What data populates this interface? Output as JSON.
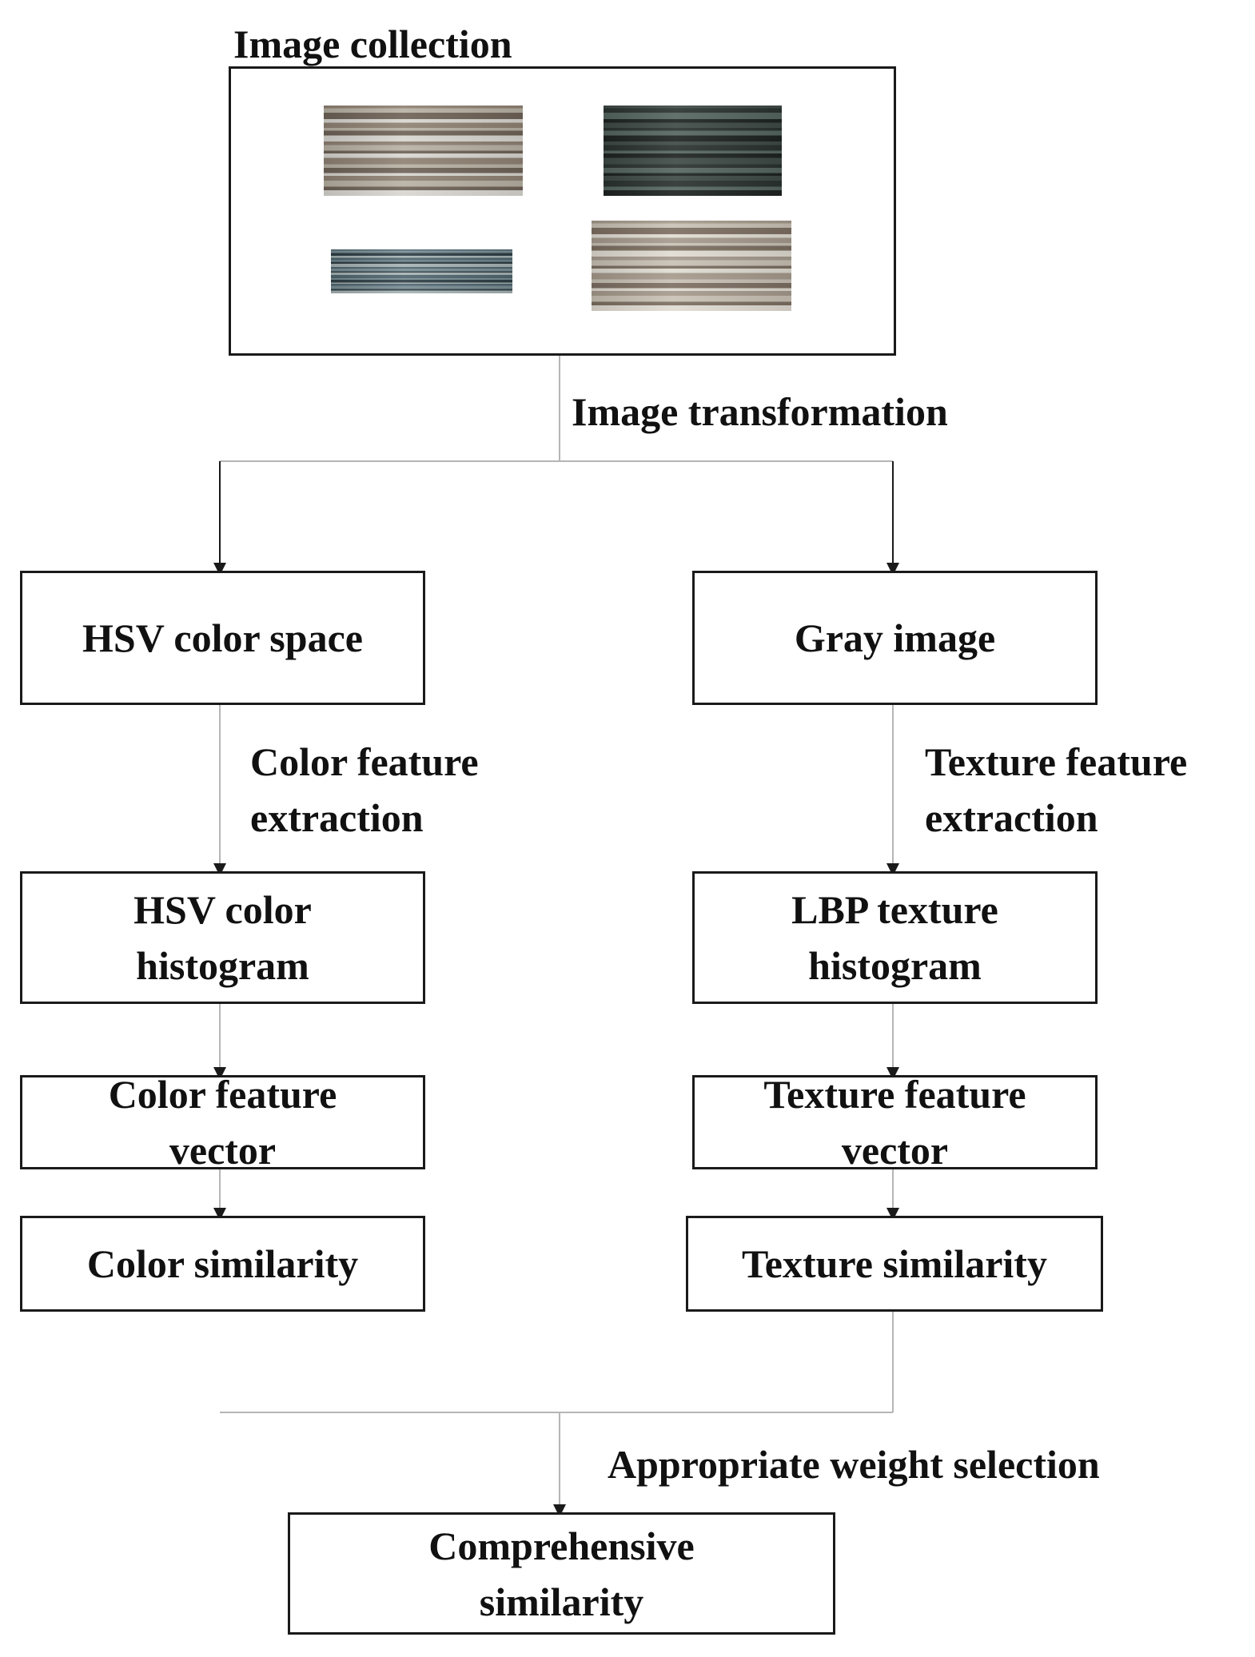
{
  "title": "Image collection",
  "edge_labels": {
    "image_transformation": "Image transformation",
    "color_feature_extraction": "Color feature extraction",
    "texture_feature_extraction": "Texture feature extraction",
    "appropriate_weight_selection": "Appropriate weight selection"
  },
  "nodes": {
    "hsv_color_space": "HSV color space",
    "gray_image": "Gray image",
    "hsv_color_histogram": "HSV color histogram",
    "lbp_texture_histogram": "LBP texture histogram",
    "color_feature_vector": "Color feature vector",
    "texture_feature_vector": "Texture feature vector",
    "color_similarity": "Color similarity",
    "texture_similarity": "Texture similarity",
    "comprehensive_similarity": "Comprehensive similarity"
  },
  "images": [
    {
      "name": "wall-photo-1",
      "colors": [
        "#8f8274",
        "#b8b1a4",
        "#6f6358",
        "#d8d6d0"
      ]
    },
    {
      "name": "wall-photo-2",
      "colors": [
        "#3f4a46",
        "#2a3330",
        "#566660",
        "#1e2422"
      ]
    },
    {
      "name": "wall-photo-3",
      "colors": [
        "#4f6670",
        "#7a8e95",
        "#2f3f46",
        "#a7b3b3"
      ]
    },
    {
      "name": "wall-photo-4",
      "colors": [
        "#a59a8c",
        "#c9c1b4",
        "#7d6f62",
        "#e0dcd3"
      ]
    }
  ],
  "colors": {
    "line": "#1a1a1a",
    "thin_line": "#b5b5b5"
  }
}
